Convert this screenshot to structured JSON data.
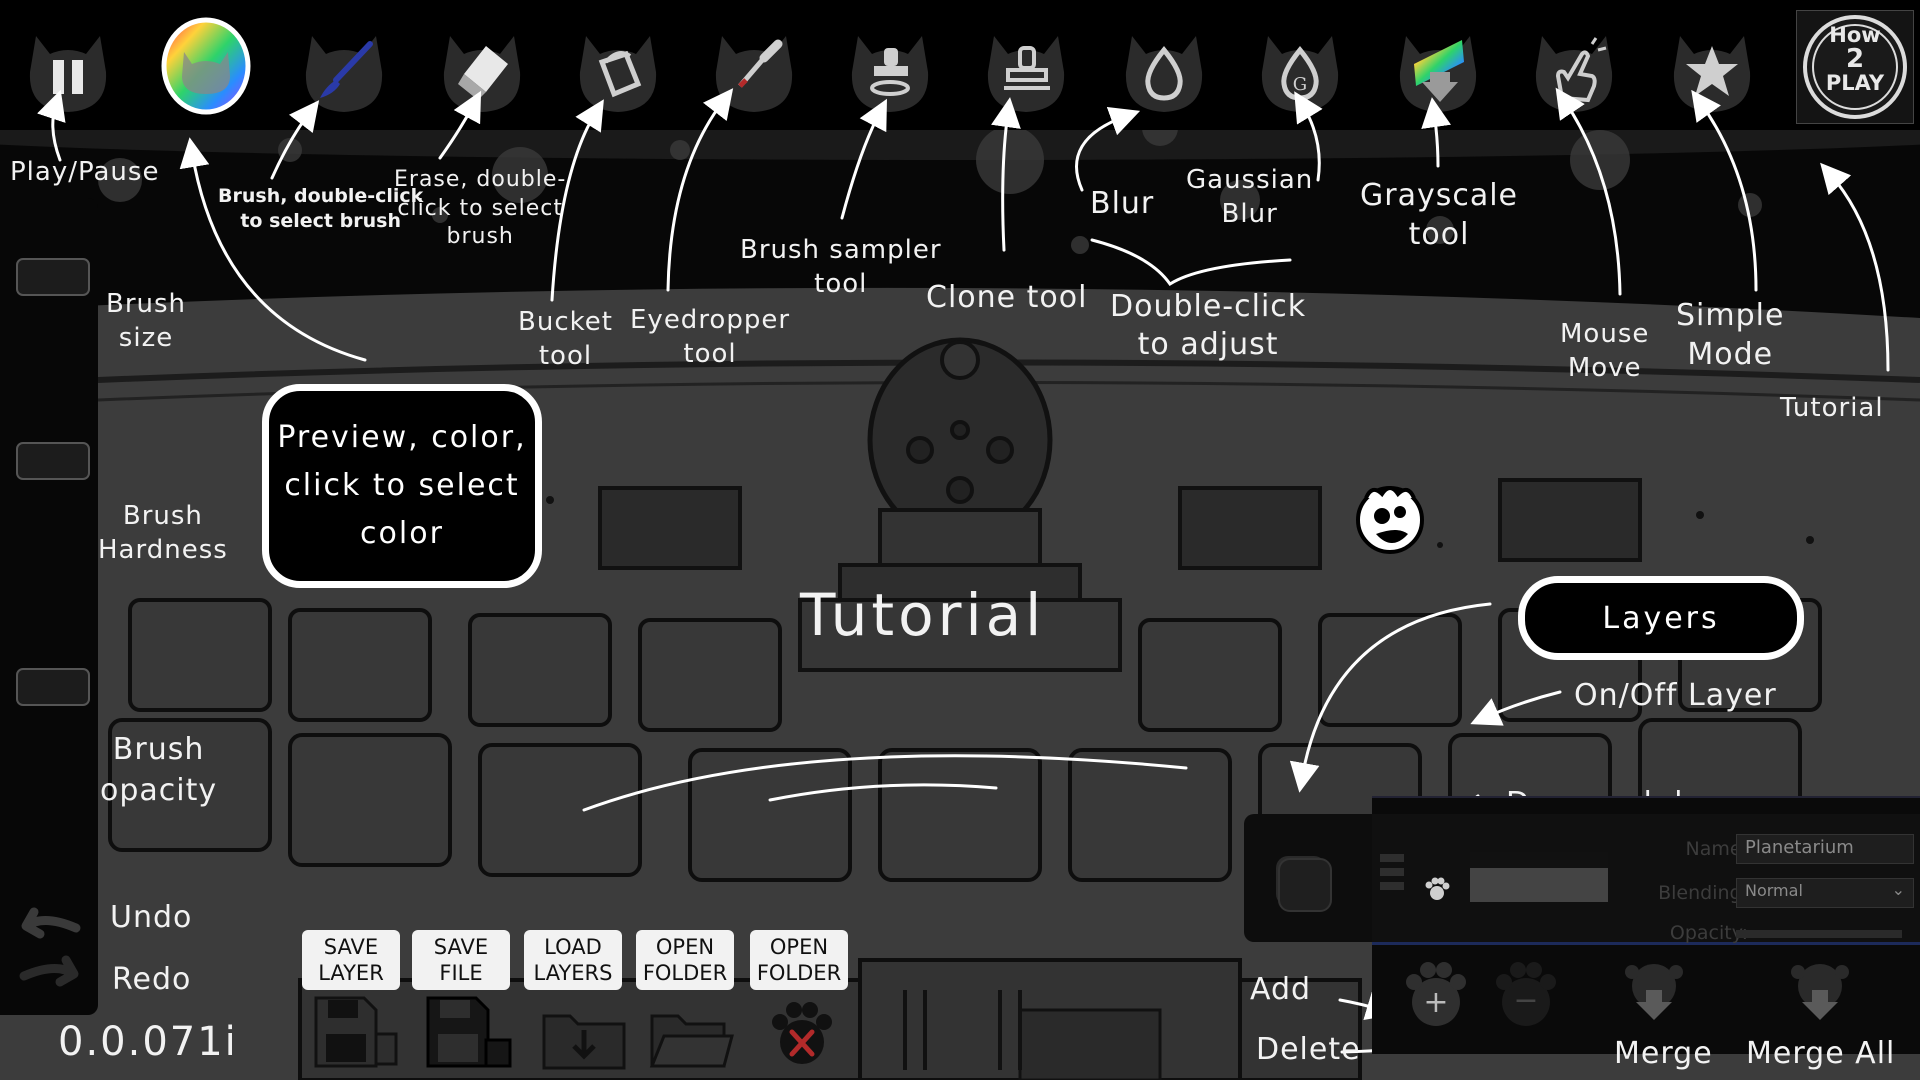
{
  "toolbar": {
    "tools": [
      {
        "id": "play-pause",
        "icon": "pause-icon"
      },
      {
        "id": "color-preview",
        "icon": "rainbow-cat-icon"
      },
      {
        "id": "brush",
        "icon": "paintbrush-icon"
      },
      {
        "id": "eraser",
        "icon": "eraser-icon"
      },
      {
        "id": "bucket",
        "icon": "paint-bucket-icon"
      },
      {
        "id": "eyedropper",
        "icon": "eyedropper-icon"
      },
      {
        "id": "brush-sampler",
        "icon": "stamp-sampler-icon"
      },
      {
        "id": "clone",
        "icon": "stamp-icon"
      },
      {
        "id": "blur",
        "icon": "droplet-icon"
      },
      {
        "id": "gaussian-blur",
        "icon": "g-droplet-icon"
      },
      {
        "id": "grayscale",
        "icon": "grayscale-arrow-icon"
      },
      {
        "id": "mouse-move",
        "icon": "pointing-hand-icon"
      },
      {
        "id": "simple-mode",
        "icon": "star-icon"
      },
      {
        "id": "tutorial",
        "icon": "how2play-icon"
      }
    ],
    "tutorial_badge": {
      "line1": "How",
      "line2": "2",
      "line3": "PLAY"
    }
  },
  "annotations": {
    "play_pause": "Play/Pause",
    "brush_1": "Brush, double-click",
    "brush_2": "to select brush",
    "erase_1": "Erase, double-",
    "erase_2": "click to select",
    "erase_3": "brush",
    "bucket_1": "Bucket",
    "bucket_2": "tool",
    "eyedropper_1": "Eyedropper",
    "eyedropper_2": "tool",
    "sampler_1": "Brush sampler",
    "sampler_2": "tool",
    "clone": "Clone tool",
    "blur": "Blur",
    "gaussian_1": "Gaussian",
    "gaussian_2": "Blur",
    "double_click_1": "Double-click",
    "double_click_2": "to adjust",
    "grayscale_1": "Grayscale",
    "grayscale_2": "tool",
    "mouse_move_1": "Mouse",
    "mouse_move_2": "Move",
    "simple_mode_1": "Simple",
    "simple_mode_2": "Mode",
    "tutorial": "Tutorial",
    "brush_size_1": "Brush",
    "brush_size_2": "size",
    "brush_hardness_1": "Brush",
    "brush_hardness_2": "Hardness",
    "brush_opacity_1": "Brush",
    "brush_opacity_2": "opacity",
    "undo": "Undo",
    "redo": "Redo",
    "preview_callout_1": "Preview, color,",
    "preview_callout_2": "click to select",
    "preview_callout_3": "color",
    "center_title": "Tutorial",
    "layers_callout": "Layers",
    "on_off_layer": "On/Off Layer",
    "drag_drop": "Drag and drop",
    "add": "Add",
    "delete": "Delete",
    "merge": "Merge",
    "merge_all": "Merge All"
  },
  "version": "0.0.071i",
  "file_buttons": [
    {
      "line1": "SAVE",
      "line2": "LAYER"
    },
    {
      "line1": "SAVE",
      "line2": "FILE"
    },
    {
      "line1": "LOAD",
      "line2": "LAYERS"
    },
    {
      "line1": "OPEN",
      "line2": "FOLDER"
    },
    {
      "line1": "OPEN",
      "line2": "FOLDER"
    }
  ],
  "layer_panel": {
    "name_label": "Name:",
    "name_value": "Planetarium",
    "blending_label": "Blending:",
    "blending_value": "Normal",
    "opacity_label": "Opacity:",
    "opacity_value": 1.0
  },
  "colors": {
    "toolbar_bg": "#000000",
    "scene_bg": "#3d3d3d",
    "accent_blue": "#2a3aa8",
    "callout_border": "#ffffff"
  }
}
